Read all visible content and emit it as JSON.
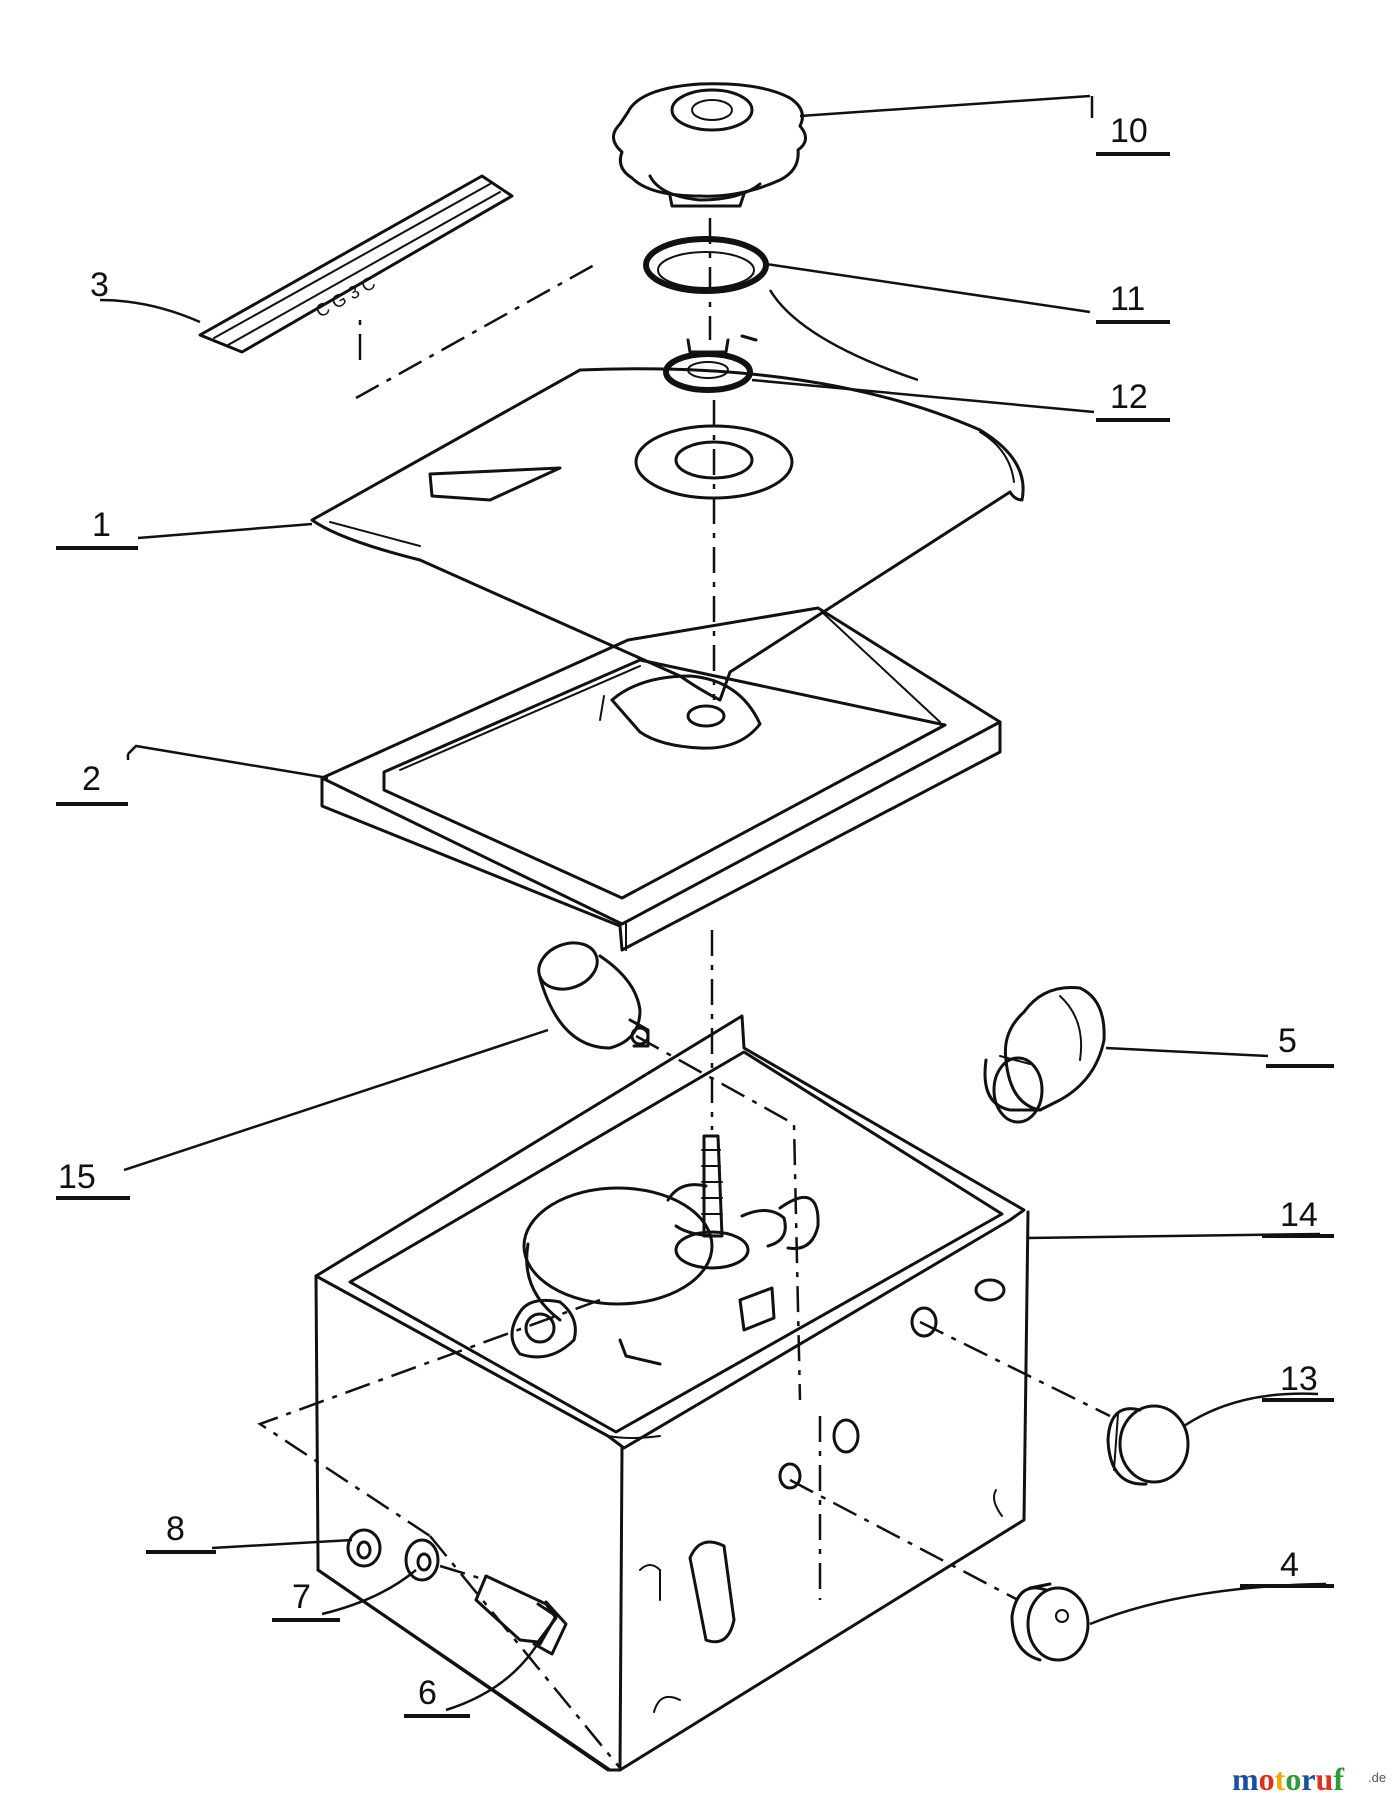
{
  "callouts": [
    {
      "id": "1",
      "label": "1"
    },
    {
      "id": "2",
      "label": "2"
    },
    {
      "id": "3",
      "label": "3"
    },
    {
      "id": "4",
      "label": "4"
    },
    {
      "id": "5",
      "label": "5"
    },
    {
      "id": "6",
      "label": "6"
    },
    {
      "id": "7",
      "label": "7"
    },
    {
      "id": "8",
      "label": "8"
    },
    {
      "id": "10",
      "label": "10"
    },
    {
      "id": "11",
      "label": "11"
    },
    {
      "id": "12",
      "label": "12"
    },
    {
      "id": "13",
      "label": "13"
    },
    {
      "id": "14",
      "label": "14"
    },
    {
      "id": "15",
      "label": "15"
    }
  ],
  "watermark": {
    "name_letters": [
      "m",
      "o",
      "t",
      "o",
      "r",
      "u",
      "f"
    ],
    "colors": [
      "#1a4fa0",
      "#e0301e",
      "#f2a900",
      "#2e9a3a",
      "#1a4fa0",
      "#e0301e",
      "#2e9a3a"
    ],
    "suffix": ".de"
  }
}
